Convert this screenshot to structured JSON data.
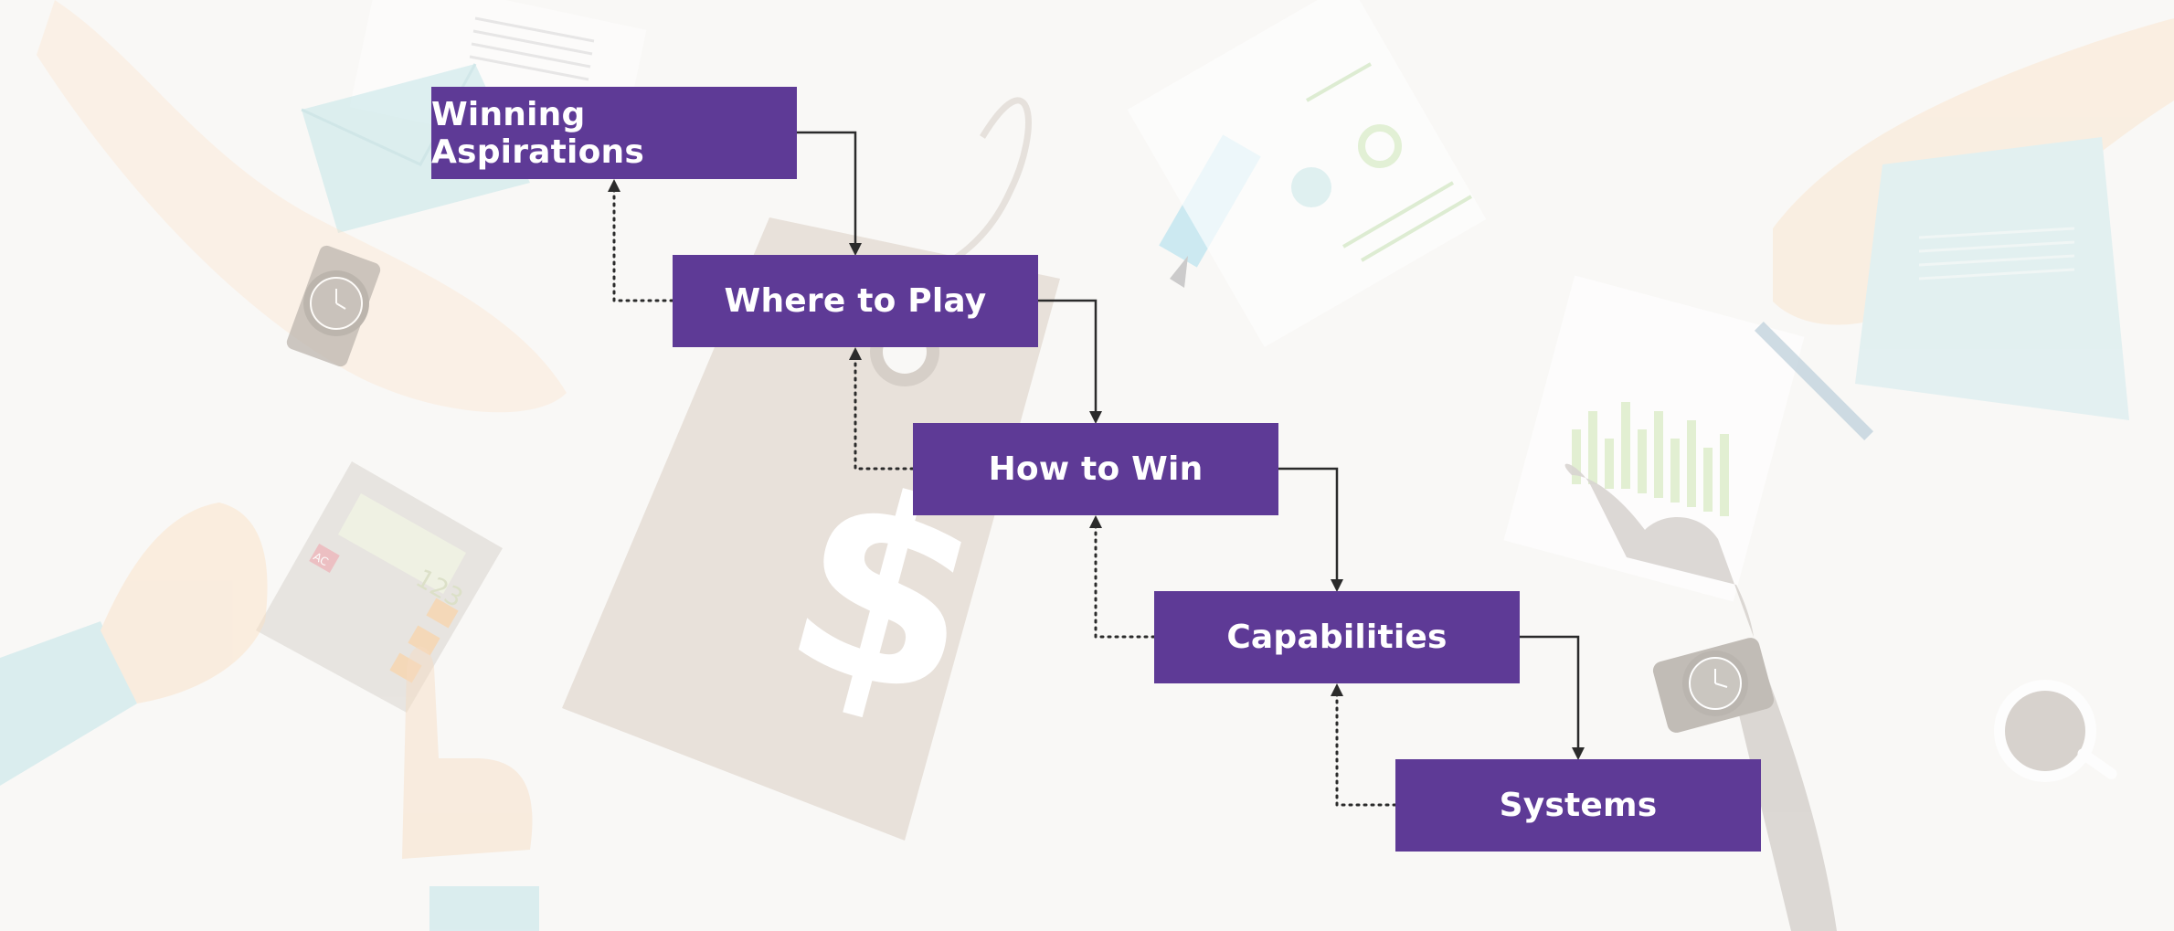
{
  "colors": {
    "box_fill": "#5e3a96",
    "box_text": "#ffffff",
    "connector": "#2b2b2b",
    "background": "#f9f8f6"
  },
  "background": {
    "price_tag_symbol": "$",
    "calculator_display": "123",
    "calculator_key": "AC",
    "illustration_items": [
      "price-tag",
      "calculator",
      "wrist-watch",
      "marker",
      "report-paper",
      "bar-chart-paper",
      "pen",
      "coffee-cup",
      "envelope",
      "hands"
    ]
  },
  "diagram": {
    "steps": [
      {
        "label": "Winning Aspirations"
      },
      {
        "label": "Where to Play"
      },
      {
        "label": "How to Win"
      },
      {
        "label": "Capabilities"
      },
      {
        "label": "Systems"
      }
    ],
    "forward_connector": "solid arrow from right side of each box down to next box",
    "feedback_connector": "dotted arrow from left side of each box up to previous box"
  }
}
